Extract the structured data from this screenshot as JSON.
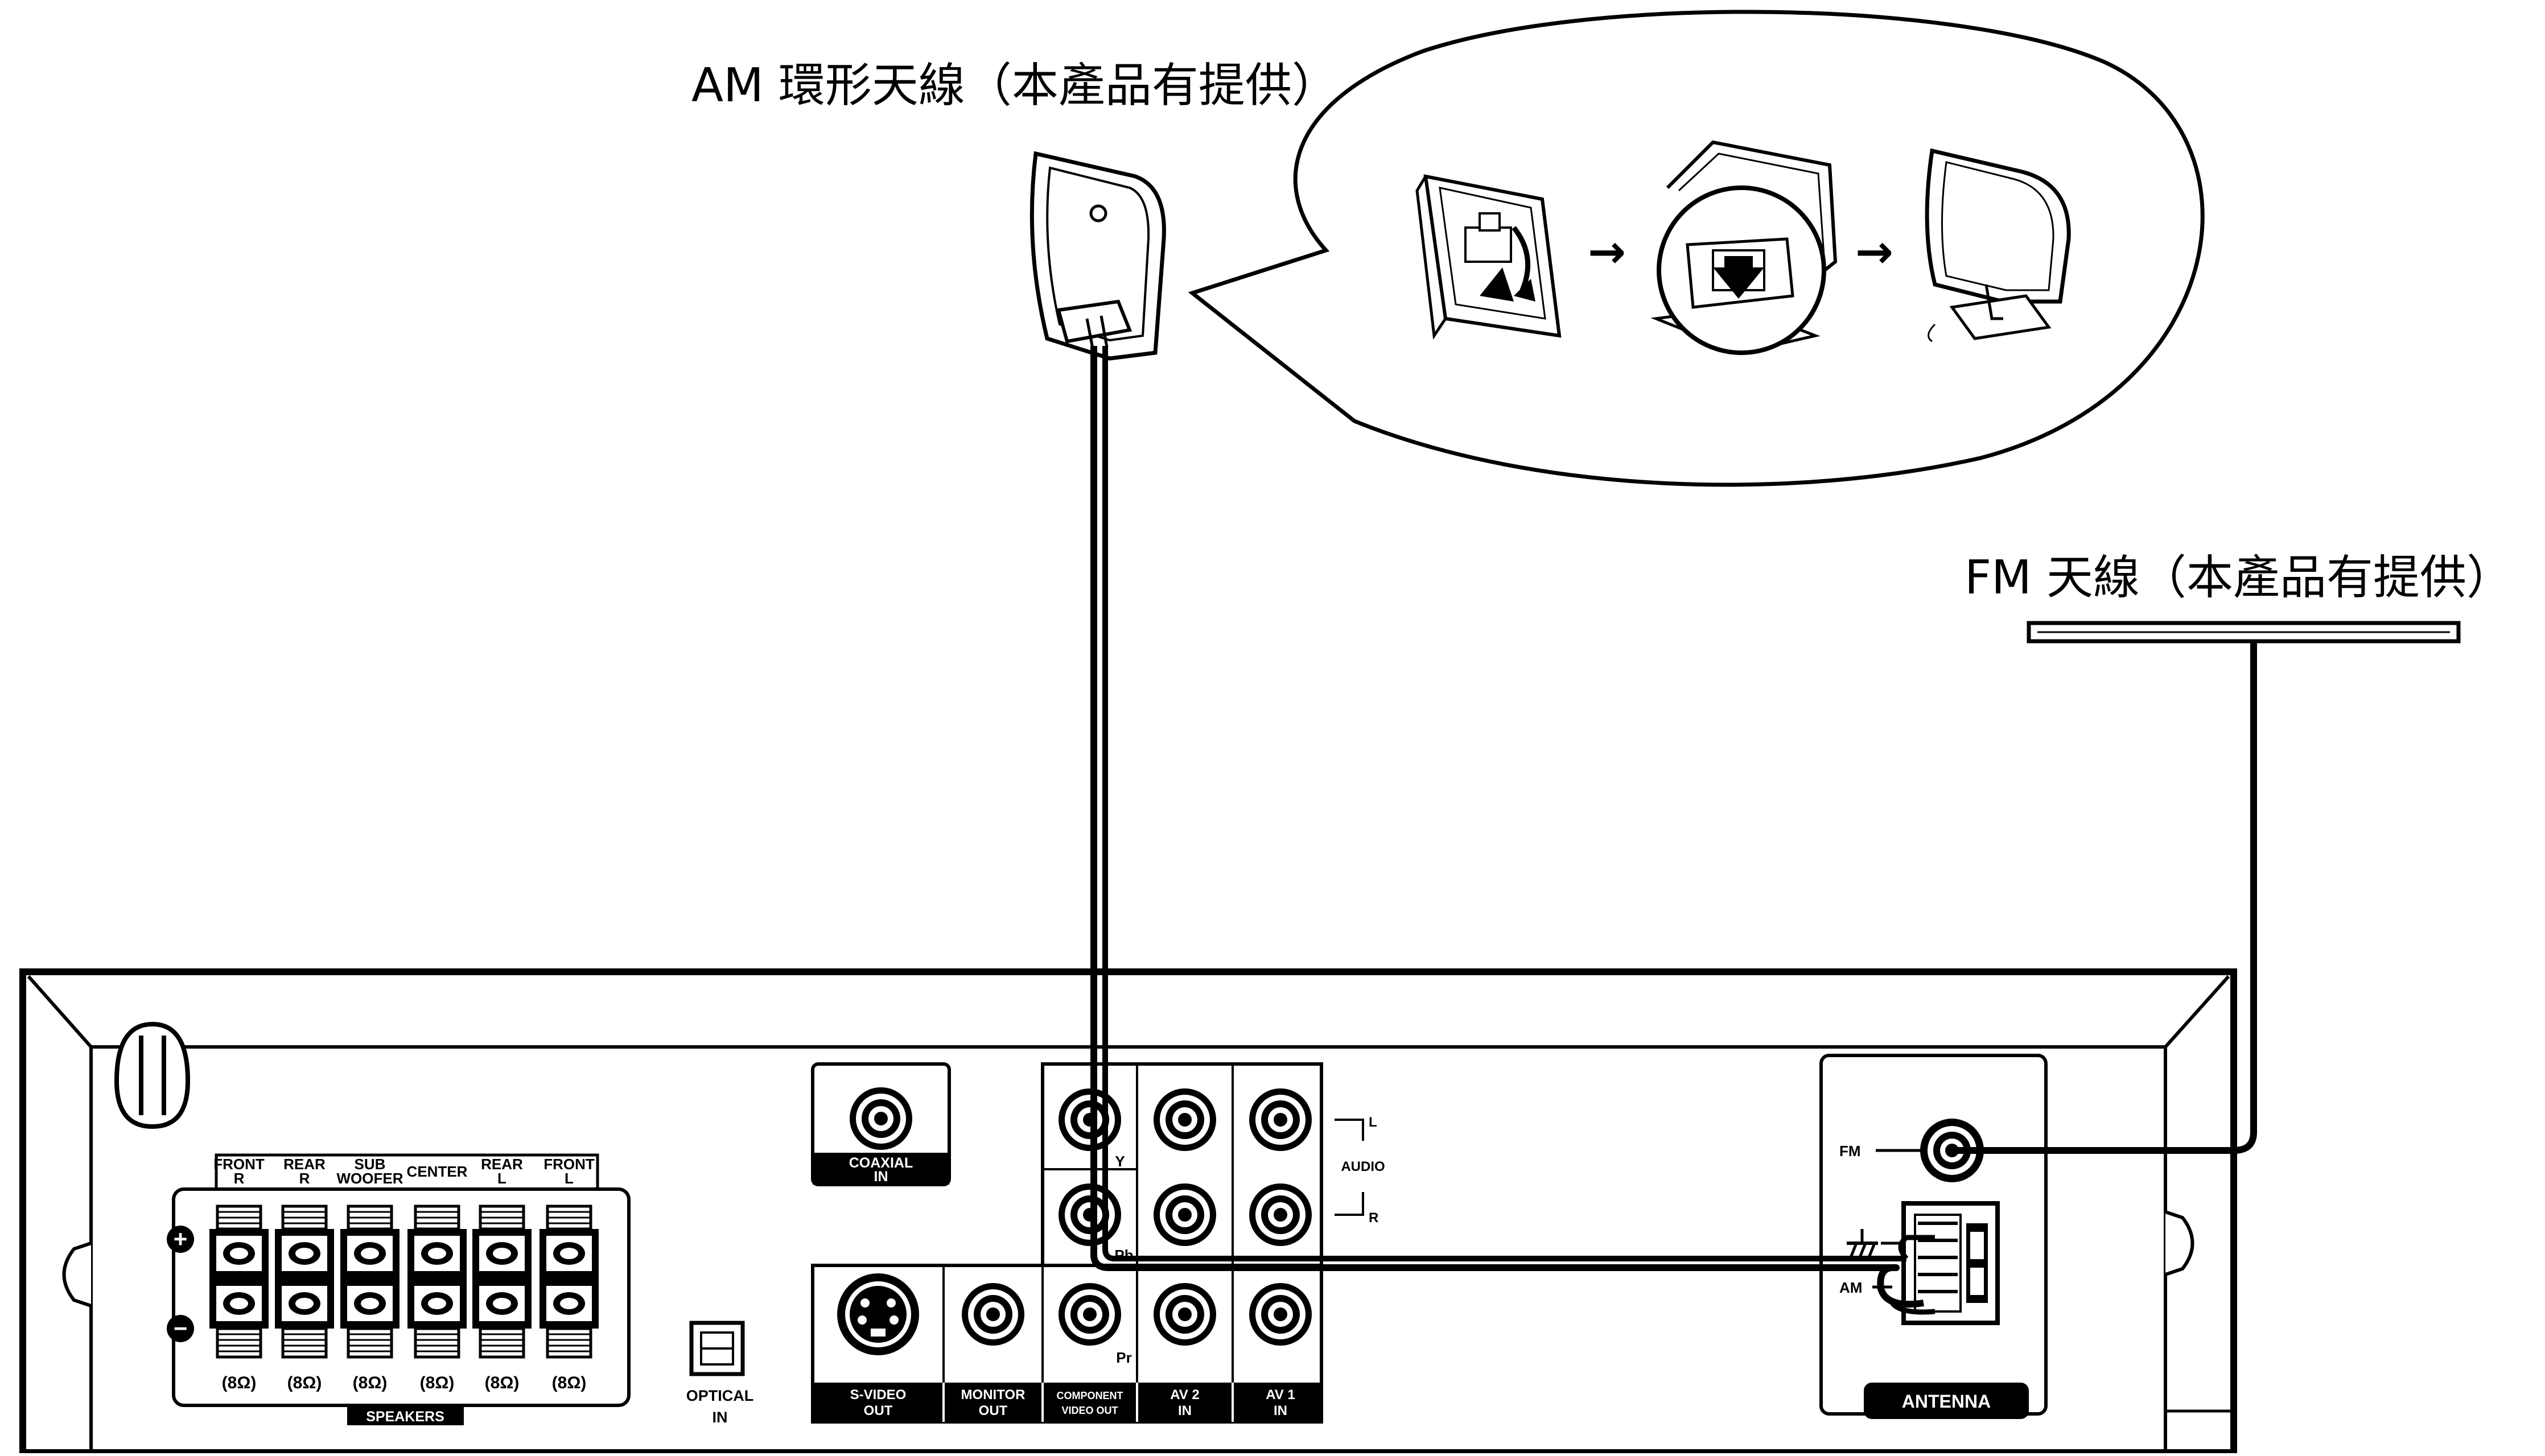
{
  "colors": {
    "ink": "#000000",
    "paper": "#ffffff"
  },
  "am_antenna": {
    "label": "AM 環形天線（本產品有提供）"
  },
  "fm_antenna": {
    "label": "FM 天線（本產品有提供）"
  },
  "assembly": {
    "arrow1": "→",
    "arrow2": "→"
  },
  "speakers": {
    "terminals": [
      {
        "name": "FRONT",
        "side": "R",
        "impedance": "(8Ω)"
      },
      {
        "name": "REAR",
        "side": "R",
        "impedance": "(8Ω)"
      },
      {
        "name": "SUB",
        "side": "WOOFER",
        "impedance": "(8Ω)"
      },
      {
        "name": "CENTER",
        "side": "",
        "impedance": "(8Ω)"
      },
      {
        "name": "REAR",
        "side": "L",
        "impedance": "(8Ω)"
      },
      {
        "name": "FRONT",
        "side": "L",
        "impedance": "(8Ω)"
      }
    ],
    "plus": "+",
    "minus": "−",
    "footer": "SPEAKERS"
  },
  "optical": {
    "line1": "OPTICAL",
    "line2": "IN"
  },
  "coaxial": {
    "line1": "COAXIAL",
    "line2": "IN"
  },
  "jack_labels": {
    "y": "Y",
    "pb": "Pb",
    "pr": "Pr",
    "audio": "AUDIO",
    "audio_l": "L",
    "audio_r": "R"
  },
  "bottom_labels": {
    "svideo": [
      "S-VIDEO",
      "OUT"
    ],
    "monitor": [
      "MONITOR",
      "OUT"
    ],
    "component": [
      "COMPONENT",
      "VIDEO OUT"
    ],
    "av2": [
      "AV 2",
      "IN"
    ],
    "av1": [
      "AV 1",
      "IN"
    ]
  },
  "antenna_panel": {
    "fm": "FM",
    "am": "AM",
    "footer": "ANTENNA"
  }
}
